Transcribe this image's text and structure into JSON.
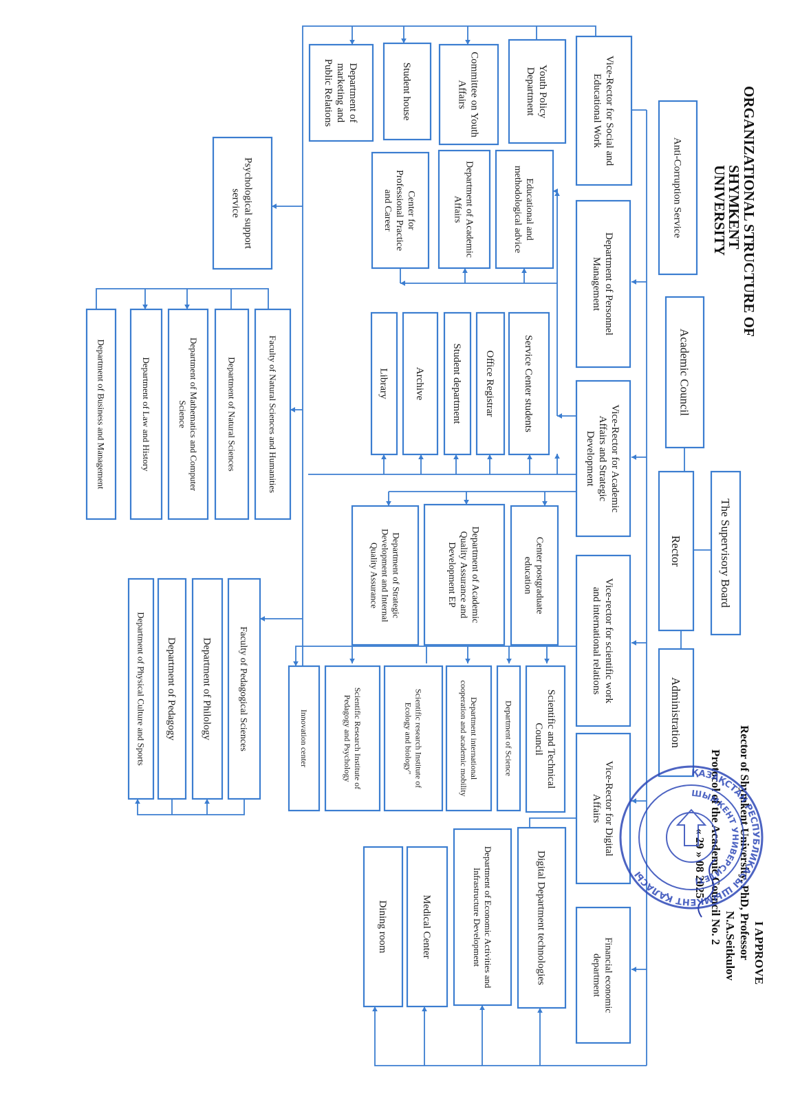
{
  "document": {
    "title_lines": [
      "ORGANIZATIONAL STRUCTURE OF",
      "SHYMKENT",
      "UNIVERSITY"
    ],
    "approval_lines": [
      "I APPROVE",
      "Rector of Shymkent University, PhD, Professor",
      "N.A.Seitkulov",
      "Protocol of the Academic Council No. 2"
    ],
    "approval_date": "« 29 » 08 2025"
  },
  "stamp": {
    "outer_text": "ҚАЗАҚСТАН РЕСПУБЛИКАСЫ ШЫМКЕНТ ҚАЛАСЫ",
    "inner_text": "ШЫМКЕНТ УНИВЕРСИТЕТІ"
  },
  "colors": {
    "line": "#3b7dd0",
    "stamp": "#2f49b8",
    "text": "#1a1a1a"
  },
  "boxes": {
    "supervisory_board": "The Supervisory Board",
    "academic_council": "Academic Council",
    "rector": "Rector",
    "administration": "Administration",
    "anti_corruption": "Anti-Corruption Service",
    "vr_social": "Vice-Rector for Social and Educational Work",
    "personnel": "Department of Personnel Management",
    "vr_academic": "Vice-Rector for Academic Affairs and Strategic Development",
    "vr_science": "Vice-rector for scientific work and international relations",
    "vr_digital": "Vice-Rector for Digital Affairs",
    "financial": "Financial economic department",
    "youth_policy": "Youth Policy Department",
    "youth_committee": "Committee on Youth Affairs",
    "student_house": "Student house",
    "marketing": "Department of marketing and Public Relations",
    "psych": "Psychological support service",
    "edu_method": "Educational and methodological advice",
    "acad_affairs": "Department of Academic Affairs",
    "career": "Center for Professional Practice and Career",
    "service_center": "Service Center students",
    "office_registrar": "Office Registrar",
    "student_dept": "Student department",
    "archive": "Archive",
    "library": "Library",
    "fac_nat": "Faculty of Natural Sciences and Humanities",
    "dep_nat": "Department of Natural Sciences",
    "dep_math": "Department of Mathematics and Computer Science",
    "dep_law": "Department of Law and History",
    "dep_bus": "Department of Business and Management",
    "postgrad": "Center postgraduate education",
    "quality": "Department of Academic Quality Assurance and Development EP",
    "strategic": "Department of Strategic Development and Internal Quality Assurance",
    "sci_council": "Scientific and Technical Council",
    "dep_science": "Department of Science",
    "intl": "Department international cooperation and academic mobility",
    "ecology": "Scientific research Institute of Ecology and biology\"",
    "ped_inst": "Scientific Research Institute of Pedagogy and Psychology",
    "innovation": "Innovation center",
    "fac_ped": "Faculty of Pedagogical Sciences",
    "dep_philology": "Department of Philology",
    "dep_pedagogy": "Department of Pedagogy",
    "dep_pe": "Department of Physical Culture and Sports",
    "digital_tech": "Digital Department technologies",
    "econ_infra": "Department of Economic Activities and Infrastructure Development",
    "medical": "Medical Center",
    "dining": "Dining room"
  }
}
